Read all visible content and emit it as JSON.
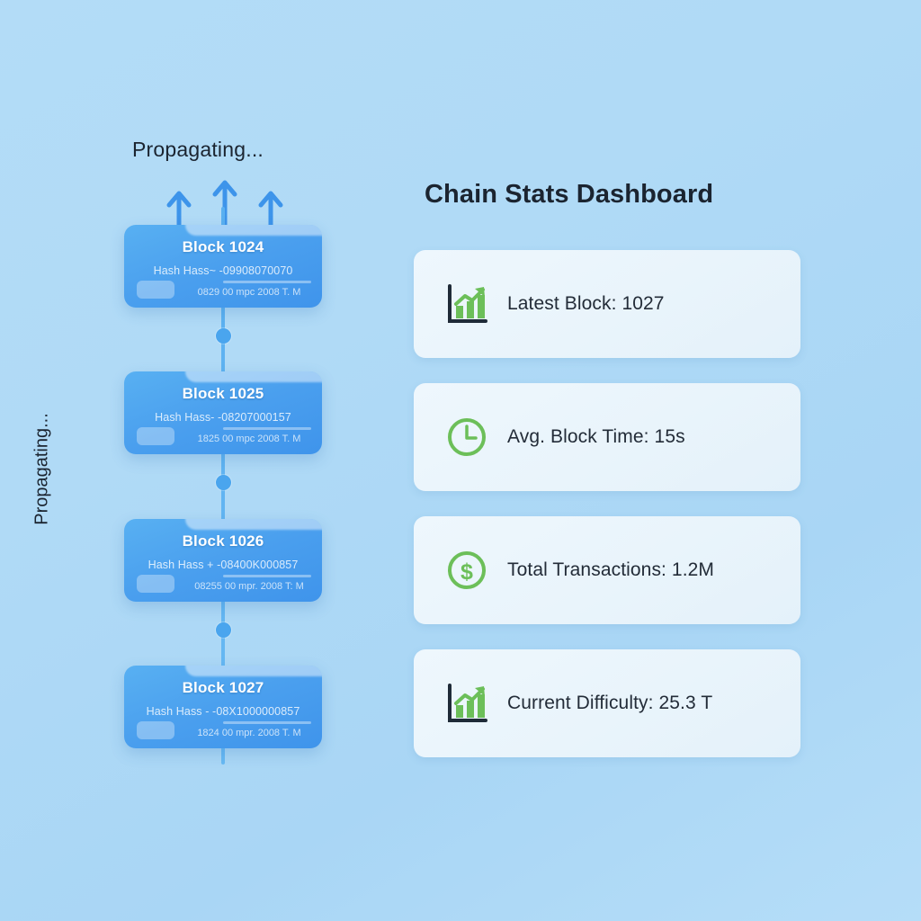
{
  "chain": {
    "propagating_top_label": "Propagating...",
    "propagating_side_label": "Propagating...",
    "arrow_count": 3,
    "arrow_icon": "arrow-up-icon",
    "blocks": [
      {
        "title": "Block 1024",
        "hash": "Hash Hass~  -09908070070",
        "meta": "0829 00 mpc 2008 T. M"
      },
      {
        "title": "Block 1025",
        "hash": "Hash Hass-  -08207000157",
        "meta": "1825 00 mpc 2008 T. M"
      },
      {
        "title": "Block 1026",
        "hash": "Hash Hass +  -08400K000857",
        "meta": "08255 00 mpr. 2008 T: M"
      },
      {
        "title": "Block 1027",
        "hash": "Hash Hass -  -08X1000000857",
        "meta": "1824 00 mpr. 2008 T. M"
      }
    ]
  },
  "dashboard": {
    "title": "Chain Stats Dashboard",
    "stats": [
      {
        "icon": "bar-chart-trend-icon",
        "label": "Latest Block: 1027"
      },
      {
        "icon": "clock-icon",
        "label": "Avg. Block Time: 15s"
      },
      {
        "icon": "dollar-circle-icon",
        "label": "Total Transactions: 1.2M"
      },
      {
        "icon": "bar-chart-trend-icon",
        "label": "Current Difficulty: 25.3 T"
      }
    ]
  },
  "colors": {
    "background": "#b0daf6",
    "block_card": "#4a9fee",
    "stat_card": "#eaf4fb",
    "accent_green": "#6cbf59",
    "text_dark": "#1b2430"
  }
}
